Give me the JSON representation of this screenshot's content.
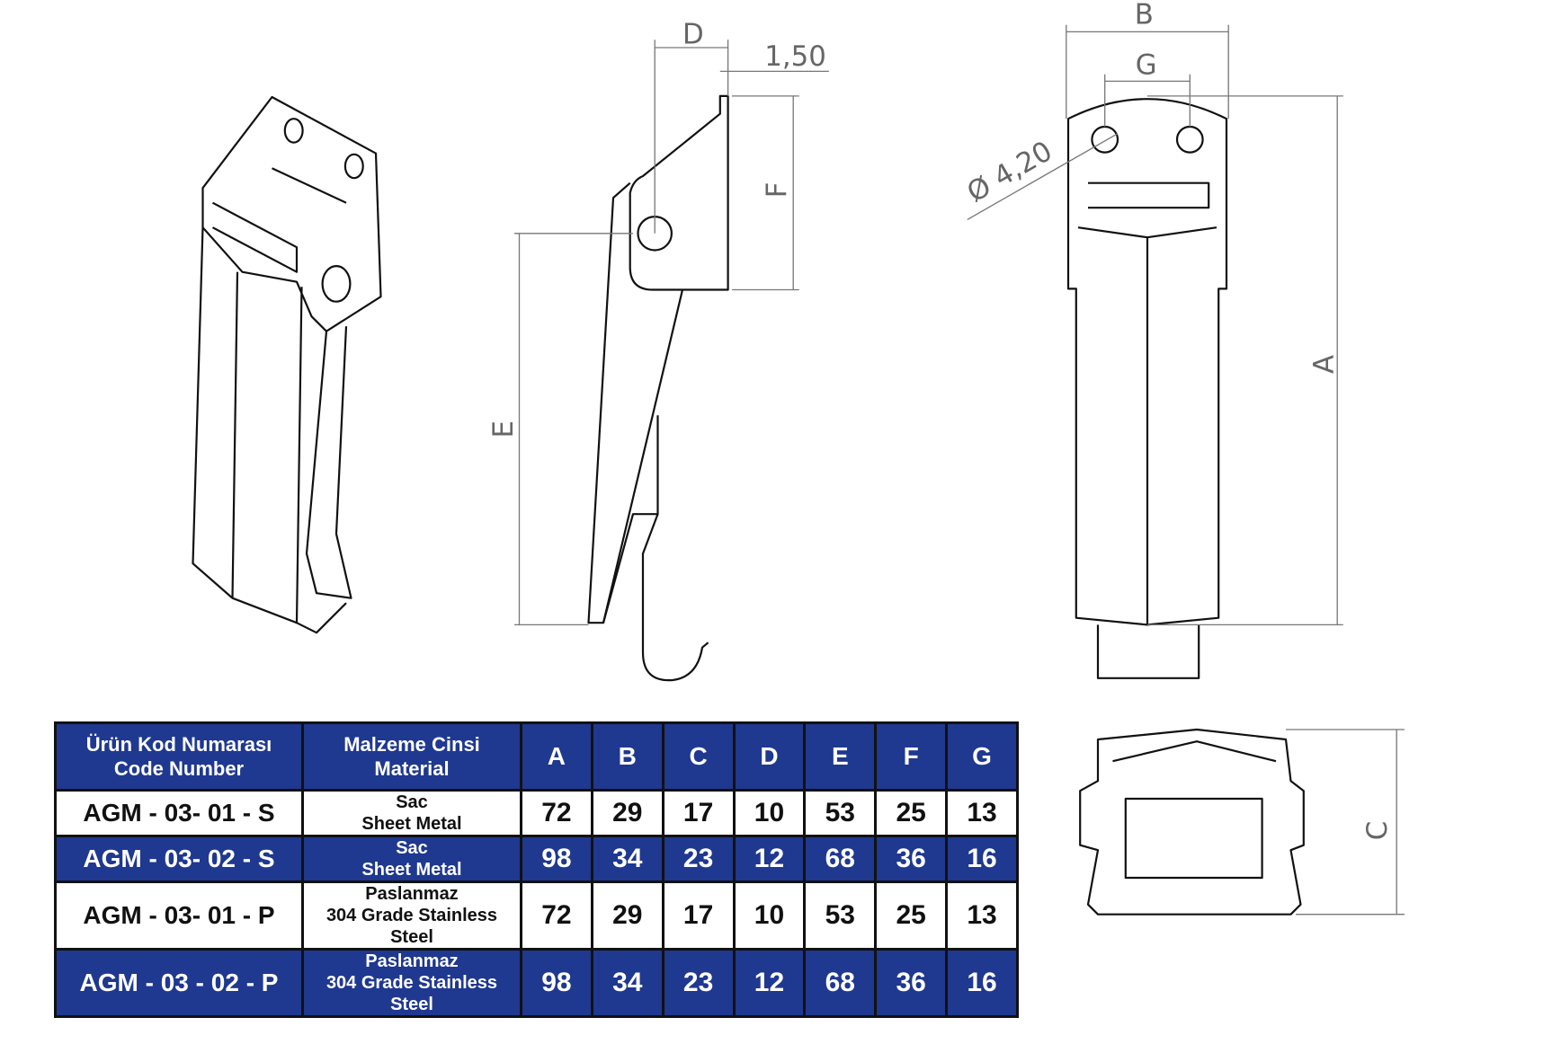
{
  "drawing": {
    "dimension_labels": {
      "A": "A",
      "B": "B",
      "C": "C",
      "D": "D",
      "E": "E",
      "F": "F",
      "G": "G",
      "thickness": "1,50",
      "hole_diameter": "Ø 4,20"
    }
  },
  "table": {
    "header": {
      "code_tr": "Ürün Kod Numarası",
      "code_en": "Code Number",
      "material_tr": "Malzeme Cinsi",
      "material_en": "Material",
      "columns": [
        "A",
        "B",
        "C",
        "D",
        "E",
        "F",
        "G"
      ]
    },
    "rows": [
      {
        "code": "AGM - 03- 01 - S",
        "material_tr": "Sac",
        "material_en": "Sheet Metal",
        "values": [
          "72",
          "29",
          "17",
          "10",
          "53",
          "25",
          "13"
        ]
      },
      {
        "code": "AGM - 03- 02 - S",
        "material_tr": "Sac",
        "material_en": "Sheet Metal",
        "values": [
          "98",
          "34",
          "23",
          "12",
          "68",
          "36",
          "16"
        ]
      },
      {
        "code": "AGM - 03- 01 - P",
        "material_tr": "Paslanmaz",
        "material_en": "304 Grade Stainless Steel",
        "values": [
          "72",
          "29",
          "17",
          "10",
          "53",
          "25",
          "13"
        ]
      },
      {
        "code": "AGM - 03 - 02 - P",
        "material_tr": "Paslanmaz",
        "material_en": "304 Grade Stainless Steel",
        "values": [
          "98",
          "34",
          "23",
          "12",
          "68",
          "36",
          "16"
        ]
      }
    ],
    "colors": {
      "header_blue": "#1f3890",
      "white": "#ffffff"
    }
  }
}
